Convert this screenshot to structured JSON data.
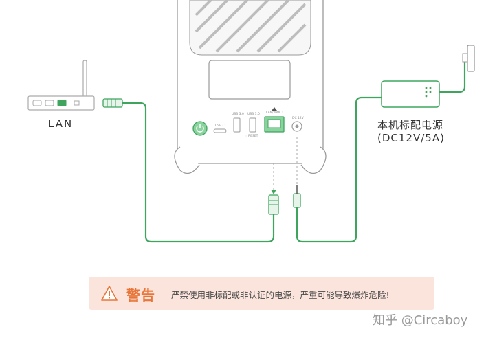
{
  "labels": {
    "lan": "LAN",
    "power_adapter": "本机标配电源",
    "power_spec": "(DC12V/5A)"
  },
  "ports": {
    "usb_c": "USB C",
    "usb_a_1": "USB 3.0",
    "usb_a_2": "USB 3.0",
    "lan_port": "LAN/WAN 1",
    "dc_in": "DC 12V",
    "reset": "RESET"
  },
  "warning": {
    "title": "警告",
    "text": "严禁使用非标配或非认证的电源，严重可能导致爆炸危险!"
  },
  "watermark": "知乎 @Circaboy",
  "colors": {
    "cable": "#3fa55e",
    "port_green": "#8bd39e",
    "outline": "#9a9a9a",
    "warning_bg": "#fbe4dc",
    "warning_accent": "#e8763a"
  }
}
